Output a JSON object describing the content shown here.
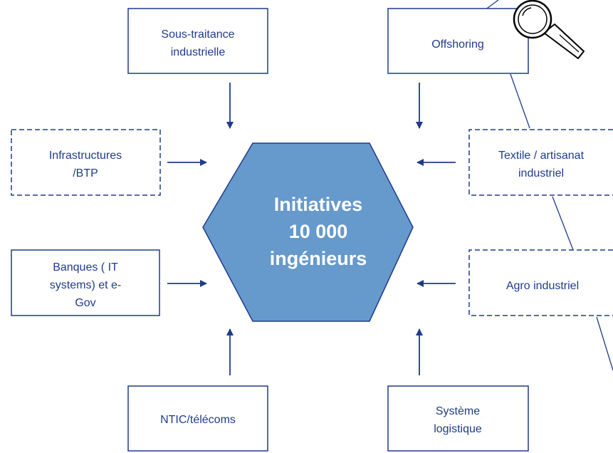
{
  "center": {
    "lines": [
      "Initiatives",
      "10 000",
      "ingénieurs"
    ]
  },
  "boxes": {
    "sous_traitance": [
      "Sous-traitance",
      "industrielle"
    ],
    "offshoring": [
      "Offshoring"
    ],
    "infrastructures": [
      "Infrastructures",
      "/BTP"
    ],
    "textile": [
      "Textile / artisanat",
      "industriel"
    ],
    "banques": [
      "Banques ( IT",
      "systems) et e-",
      "Gov"
    ],
    "agro": [
      "Agro industriel"
    ],
    "ntic": [
      "NTIC/télécoms"
    ],
    "logistique": [
      "Système",
      "logistique"
    ]
  },
  "colors": {
    "box_border": "#1f3b8c",
    "arrow": "#1f3b8c",
    "hexagon_fill": "#6699cc",
    "hexagon_stroke": "#1f3b8c",
    "label_text": "#1f3b8c",
    "center_text": "#ffffff"
  },
  "icons": {
    "magnifier": "magnifying-glass-icon"
  }
}
